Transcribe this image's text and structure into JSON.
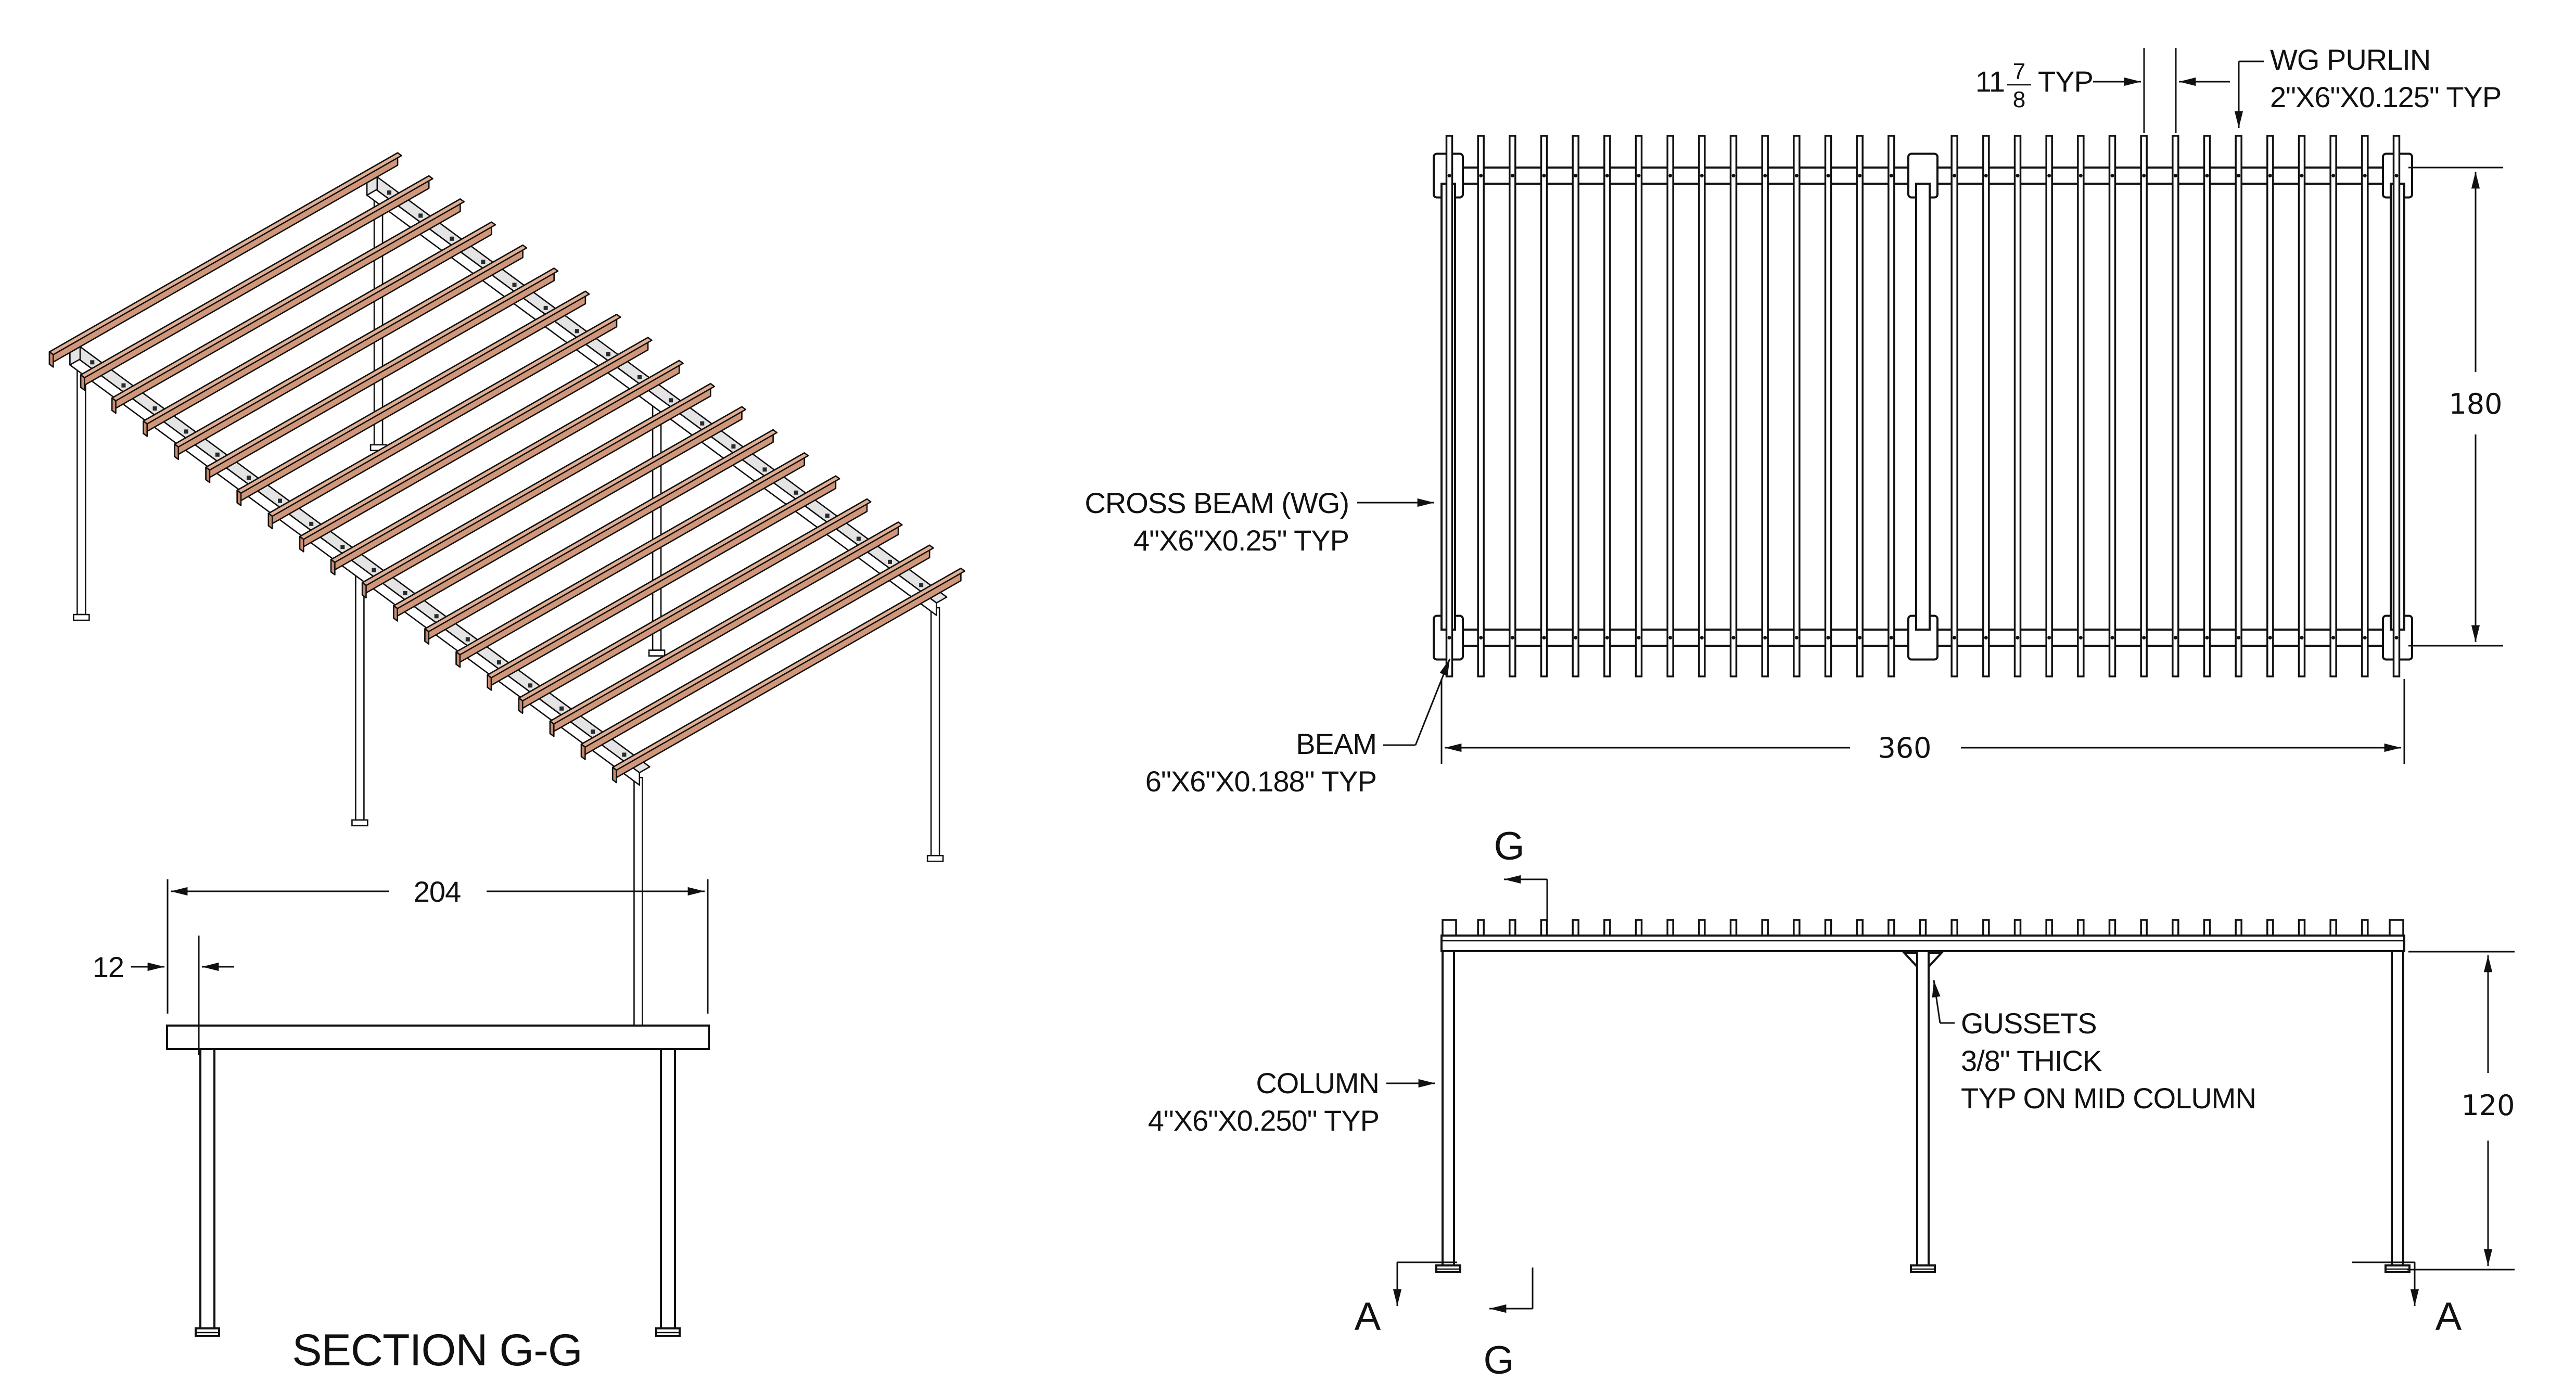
{
  "drawing": {
    "colors": {
      "line": "#111111",
      "wood_side": "#d0977a",
      "wood_top": "#e2af92",
      "wood_end": "#c98c6f",
      "steel_face": "#ffffff",
      "steel_side": "#e4e4e4",
      "background": "#ffffff"
    },
    "iso": {
      "slat_count": 19,
      "clip_color": "#2a2a2a"
    },
    "plan": {
      "purlin_slots": 31,
      "purlin_label": {
        "line1": "WG PURLIN",
        "line2": "2\"X6\"X0.125\" TYP"
      },
      "spacing": {
        "whole": "11",
        "numerator": "7",
        "denominator": "8",
        "suffix": "TYP"
      },
      "cross_beam_label": {
        "line1": "CROSS BEAM (WG)",
        "line2": "4\"X6\"X0.25\" TYP"
      },
      "beam_label": {
        "line1": "BEAM",
        "line2": "6\"X6\"X0.188\" TYP"
      },
      "dim_width": "360",
      "dim_depth": "180"
    },
    "elevation": {
      "column_label": {
        "line1": "COLUMN",
        "line2": "4\"X6\"X0.250\" TYP"
      },
      "gussets_label": {
        "line1": "GUSSETS",
        "line2": "3/8\" THICK",
        "line3": "TYP ON MID COLUMN"
      },
      "dim_height": "120",
      "marker_g": "G",
      "marker_a": "A"
    },
    "section": {
      "title": "SECTION G-G",
      "dim_width": "204",
      "dim_overhang": "12"
    }
  }
}
